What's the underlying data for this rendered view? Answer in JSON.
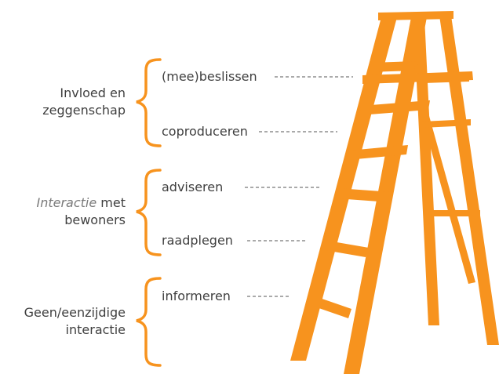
{
  "colors": {
    "ladder": "#f7931e",
    "text": "#3f3f3f",
    "italic_text": "#7a7a7a",
    "dash": "#555555"
  },
  "groups": [
    {
      "label_lines": [
        "Invloed en",
        "zeggenschap"
      ]
    },
    {
      "label_italic": "Interactie",
      "label_rest": " met",
      "label_line2": "bewoners"
    },
    {
      "label_lines": [
        "Geen/eenzijdige",
        "interactie"
      ]
    }
  ],
  "rungs": [
    "(mee)beslissen",
    "coproduceren",
    "adviseren",
    "raadplegen",
    "informeren"
  ]
}
